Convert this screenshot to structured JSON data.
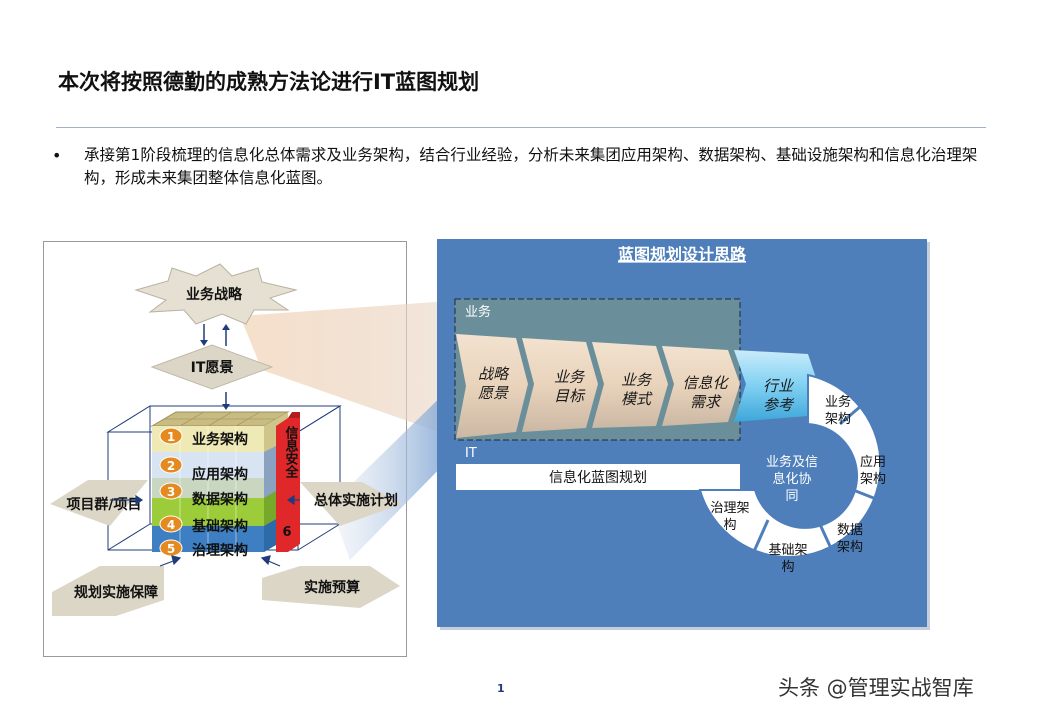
{
  "slide": {
    "title": "本次将按照德勤的成熟方法论进行IT蓝图规划",
    "bullet_symbol": "•",
    "bullet_text": "承接第1阶段梳理的信息化总体需求及业务架构，结合行业经验，分析未来集团应用架构、数据架构、基础设施架构和信息化治理架构，形成未来集团整体信息化蓝图。",
    "page_number": "1",
    "watermark": "头条 @管理实战智库"
  },
  "left_diagram": {
    "strategy": "业务战略",
    "vision": "IT愿景",
    "layers": [
      {
        "num": "1",
        "label": "业务架构"
      },
      {
        "num": "2",
        "label": "应用架构"
      },
      {
        "num": "3",
        "label": "数据架构"
      },
      {
        "num": "4",
        "label": "基础架构"
      },
      {
        "num": "5",
        "label": "治理架构"
      }
    ],
    "security_label": "信息安全",
    "security_num": "6",
    "left_tile": "项目群/项目",
    "right_tile": "总体实施计划",
    "bottom_left_tile": "规划实施保障",
    "bottom_right_tile": "实施预算"
  },
  "right_diagram": {
    "heading": "蓝图规划设计思路",
    "business_label": "业务",
    "it_label": "IT",
    "chevrons": [
      {
        "line1": "战略",
        "line2": "愿景"
      },
      {
        "line1": "业务",
        "line2": "目标"
      },
      {
        "line1": "业务",
        "line2": "模式"
      },
      {
        "line1": "信息化",
        "line2": "需求"
      },
      {
        "line1": "行业",
        "line2": "参考"
      }
    ],
    "blueprint_bar": "信息化蓝图规划",
    "center_line1": "业务及信",
    "center_line2": "息化协",
    "center_line3": "同",
    "ring": [
      {
        "line1": "业务",
        "line2": "架构"
      },
      {
        "line1": "应用",
        "line2": "架构"
      },
      {
        "line1": "数据",
        "line2": "架构"
      },
      {
        "line1": "基础架",
        "line2": "构"
      },
      {
        "line1": "治理架",
        "line2": "构"
      }
    ]
  }
}
